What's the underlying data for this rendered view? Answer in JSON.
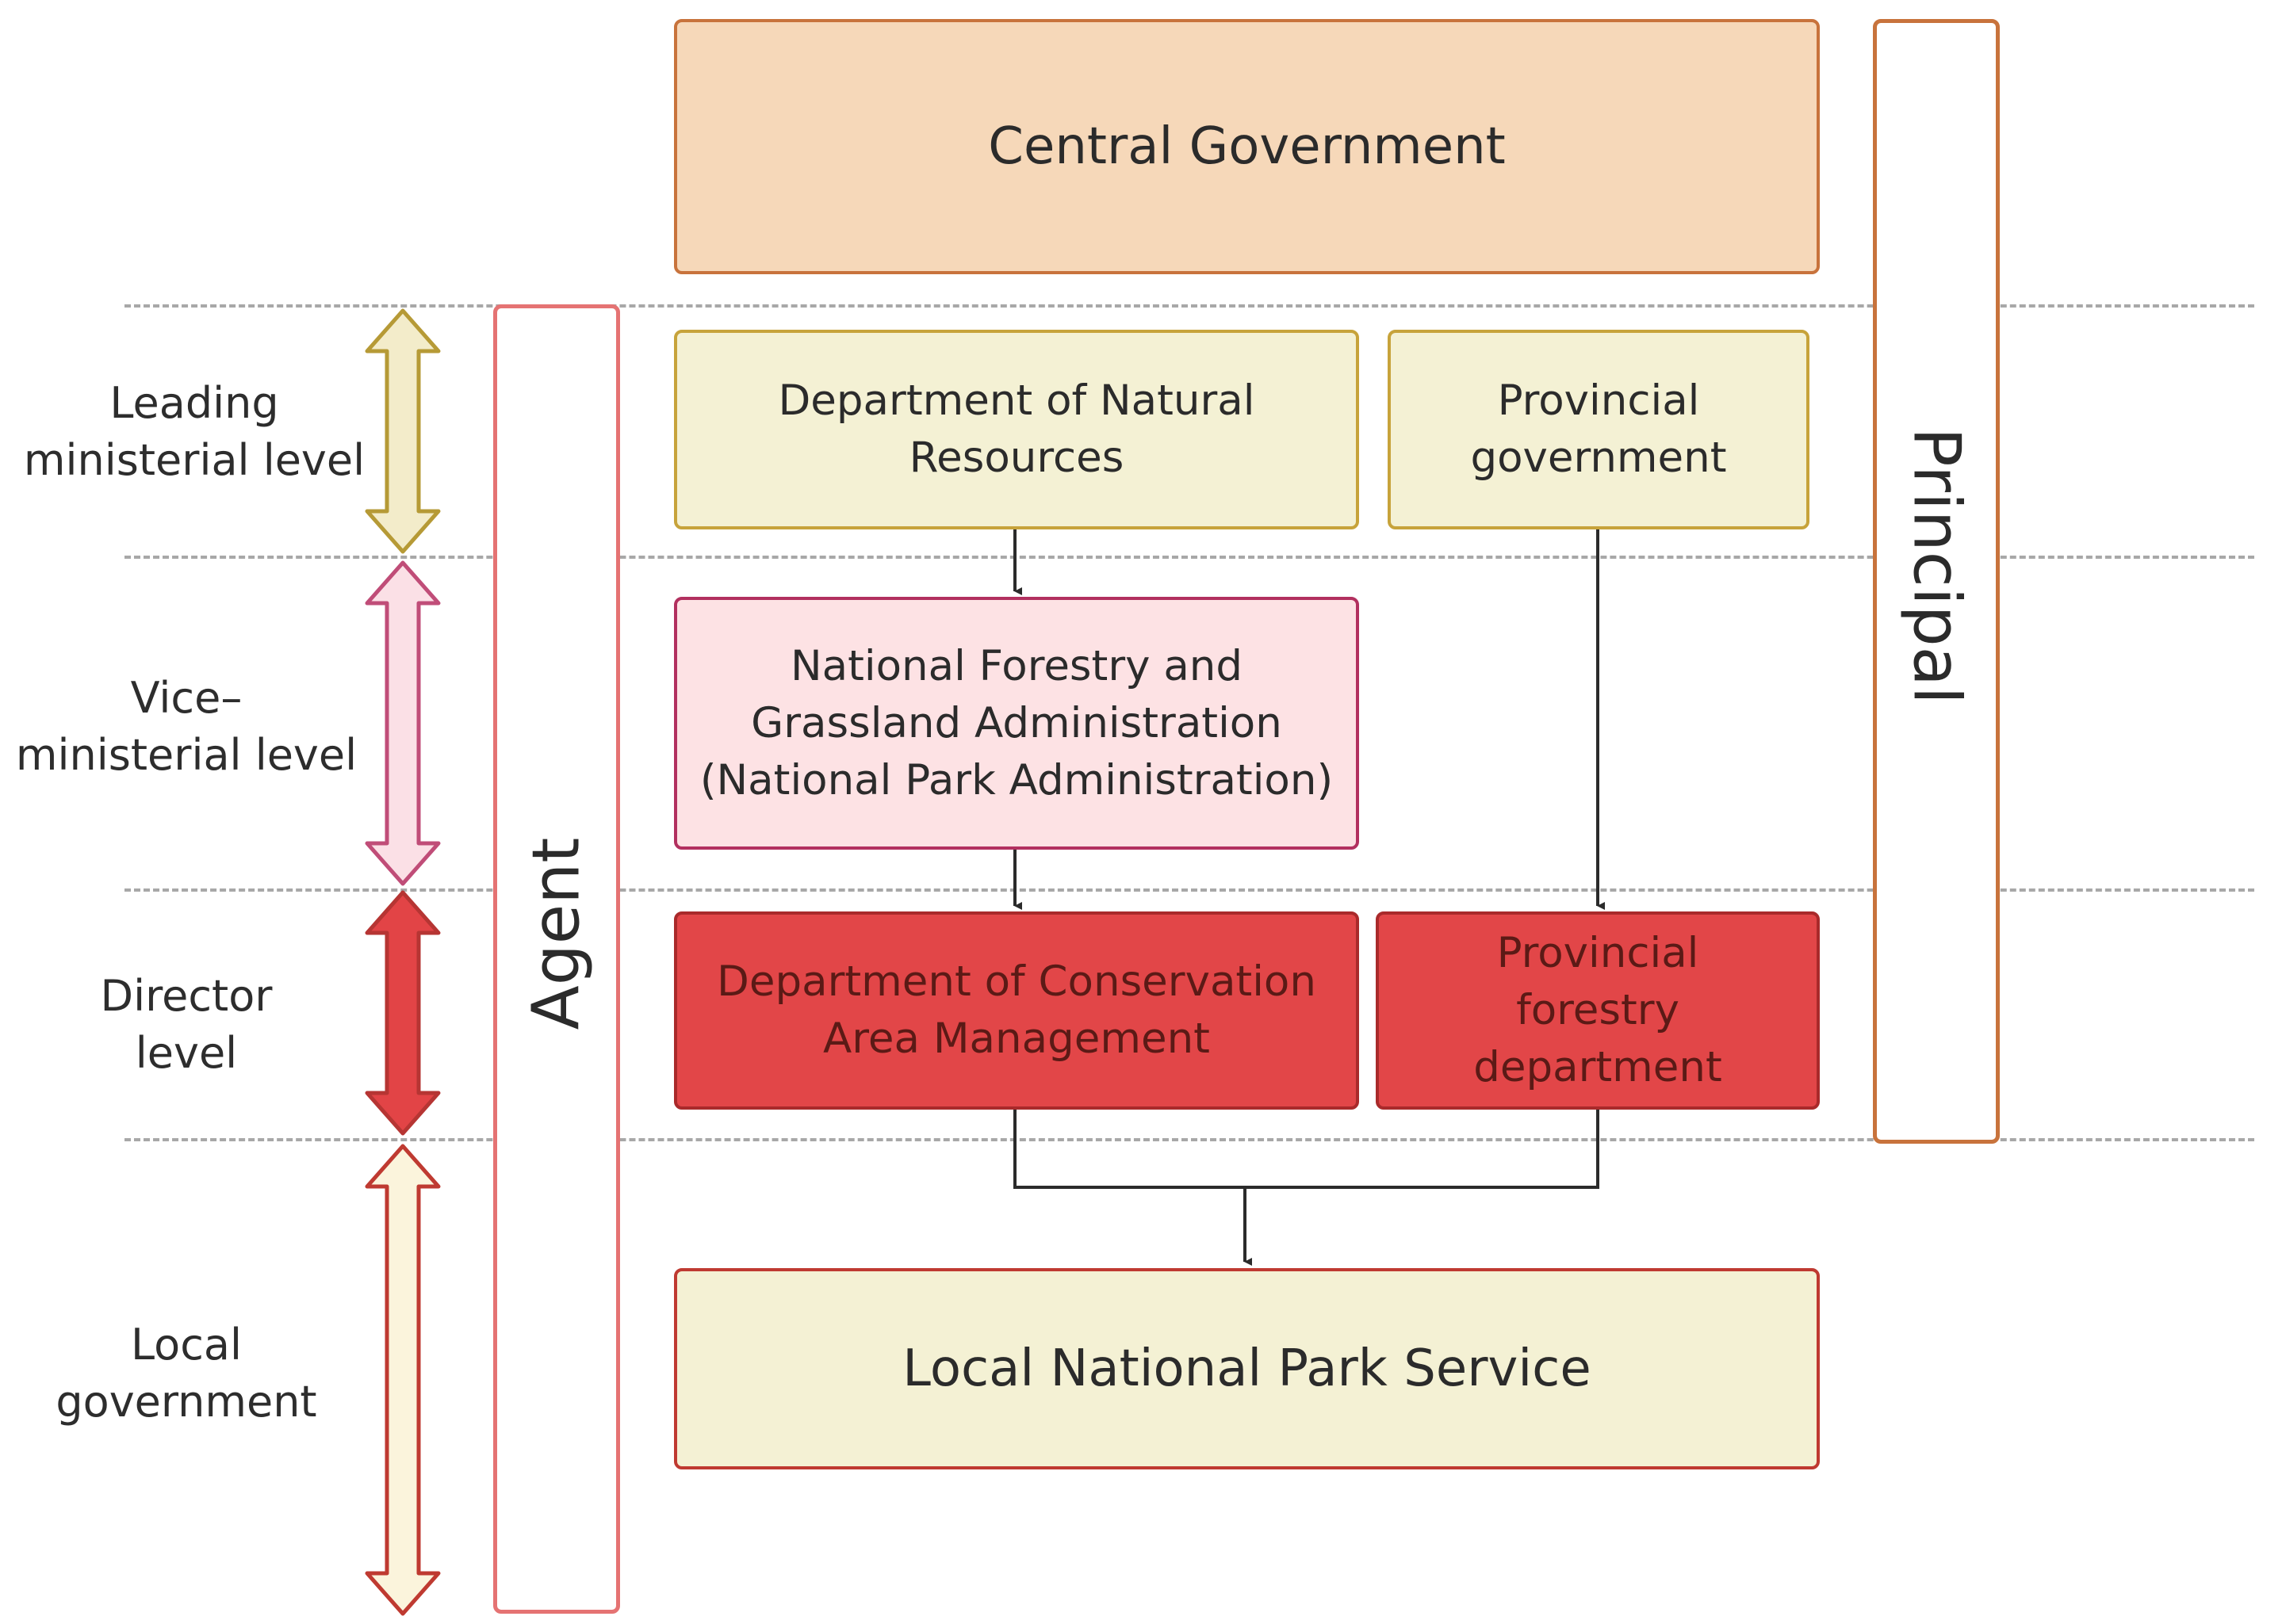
{
  "levels": {
    "leading": [
      "Leading",
      "ministerial level"
    ],
    "vice": [
      "Vice–",
      "ministerial level"
    ],
    "director": [
      "Director",
      "level"
    ],
    "local": [
      "Local",
      "government"
    ]
  },
  "side_labels": {
    "agent": "Agent",
    "principal": "Principal"
  },
  "boxes": {
    "central": [
      "Central Government"
    ],
    "dnr": [
      "Department of Natural",
      "Resources"
    ],
    "prov_gov": [
      "Provincial",
      "government"
    ],
    "nfga": [
      "National Forestry and",
      "Grassland Administration",
      "(National Park Administration)"
    ],
    "dcam": [
      "Department of Conservation",
      "Area Management"
    ],
    "pfd": [
      "Provincial",
      "forestry",
      "department"
    ],
    "lnps": [
      "Local National Park Service"
    ]
  },
  "colors": {
    "central_fill": "#f6d8b9",
    "yellow_fill": "#f4f1d4",
    "pink_fill": "#fde2e4",
    "red_fill": "#e24648",
    "agent_border": "#e57373",
    "principal_border": "#c8733c"
  }
}
